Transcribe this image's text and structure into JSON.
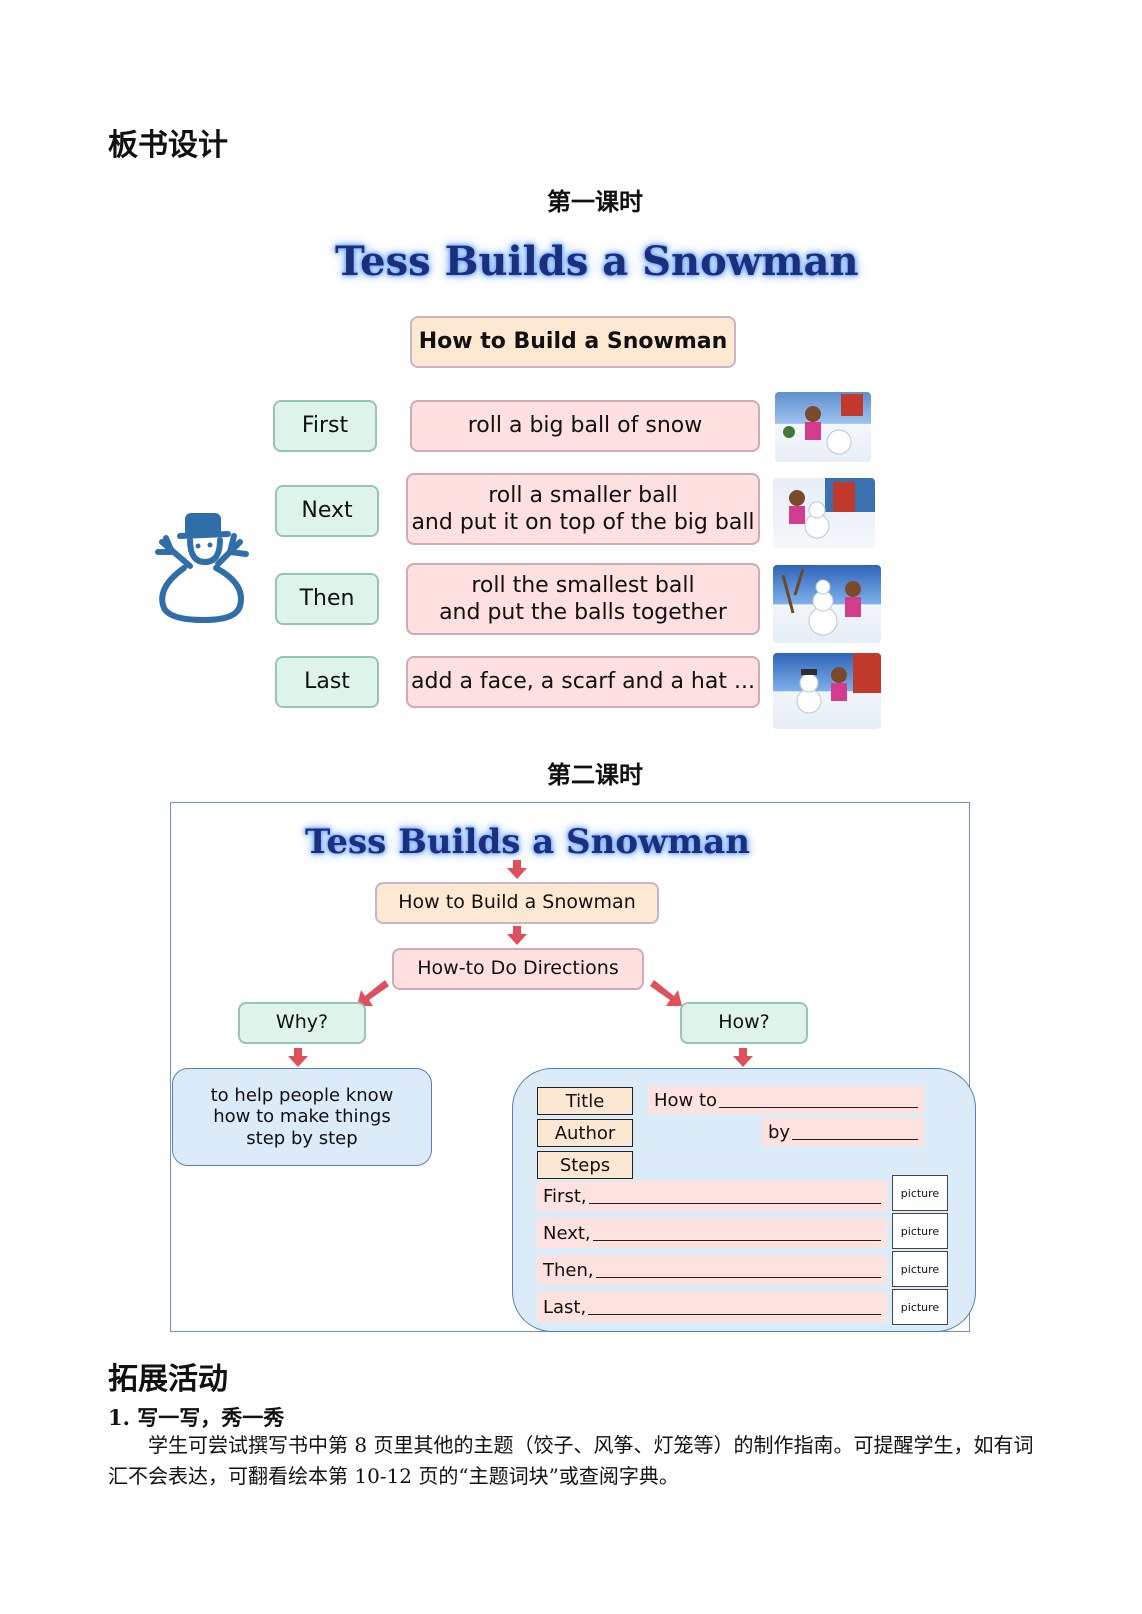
{
  "section1": {
    "heading": "板书设计"
  },
  "lesson1": {
    "label": "第一课时",
    "title": "Tess Builds a Snowman",
    "subtitle": "How to Build a Snowman",
    "steps": [
      {
        "word": "First",
        "action": "roll a big ball of snow"
      },
      {
        "word": "Next",
        "action": "roll a smaller ball\nand put it on top of the big ball"
      },
      {
        "word": "Then",
        "action": "roll the smallest ball\nand put the balls together"
      },
      {
        "word": "Last",
        "action": "add a face, a scarf and a hat ..."
      }
    ]
  },
  "lesson2": {
    "label": "第二课时",
    "title": "Tess Builds a Snowman",
    "subtitle": "How to Build a Snowman",
    "genre": "How-to Do Directions",
    "why": "Why?",
    "how": "How?",
    "why_answer": "to help people know\nhow to make things\nstep by step",
    "template": {
      "title_label": "Title",
      "author_label": "Author",
      "steps_label": "Steps",
      "title_line": "How to",
      "author_line": "by",
      "lines": [
        "First,",
        "Next,",
        "Then,",
        "Last,"
      ],
      "picture_label": "picture"
    }
  },
  "section2": {
    "heading": "拓展活动",
    "item_title": "1.  写一写，秀一秀",
    "paragraph": "学生可尝试撰写书中第 8 页里其他的主题（饺子、风筝、灯笼等）的制作指南。可提醒学生，如有词汇不会表达，可翻看绘本第 10-12 页的“主题词块”或查阅字典。"
  },
  "colors": {
    "title_glow": "#6fa5ff",
    "title_text": "#1b2f7a",
    "peach": "#fde9d1",
    "mint": "#def4ea",
    "pink": "#fde0df",
    "panel_blue": "#dcebf8",
    "arrow_red": "#e0505a"
  }
}
